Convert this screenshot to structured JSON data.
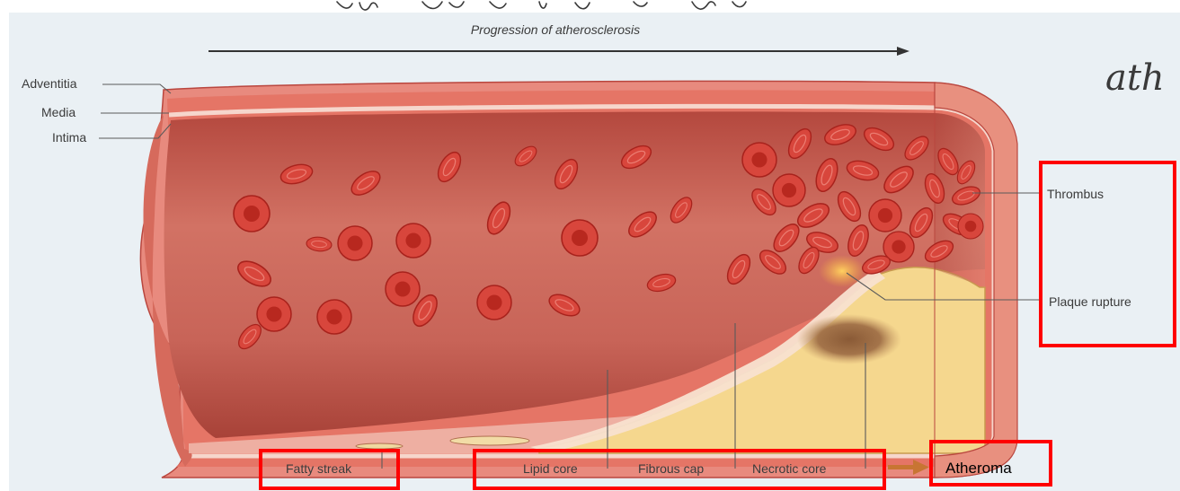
{
  "diagram": {
    "header": "Progression of atherosclerosis",
    "layer_labels": [
      "Adventitia",
      "Media",
      "Intima"
    ],
    "right_labels": [
      "Thrombus",
      "Plaque rupture"
    ],
    "bottom_labels": {
      "fatty_streak": "Fatty streak",
      "lipid_core": "Lipid core",
      "fibrous_cap": "Fibrous cap",
      "necrotic_core": "Necrotic core"
    },
    "atheroma": "Atheroma",
    "handwritten_note": "ath"
  },
  "colors": {
    "highlight_box": "#ff0000",
    "annotation_arrow": "#c87533",
    "vessel_wall": "#e07a70",
    "lumen": "#c45e4e",
    "lipid": "#f5d78e",
    "rbc": "#d8463c",
    "background": "#eaf0f4"
  }
}
